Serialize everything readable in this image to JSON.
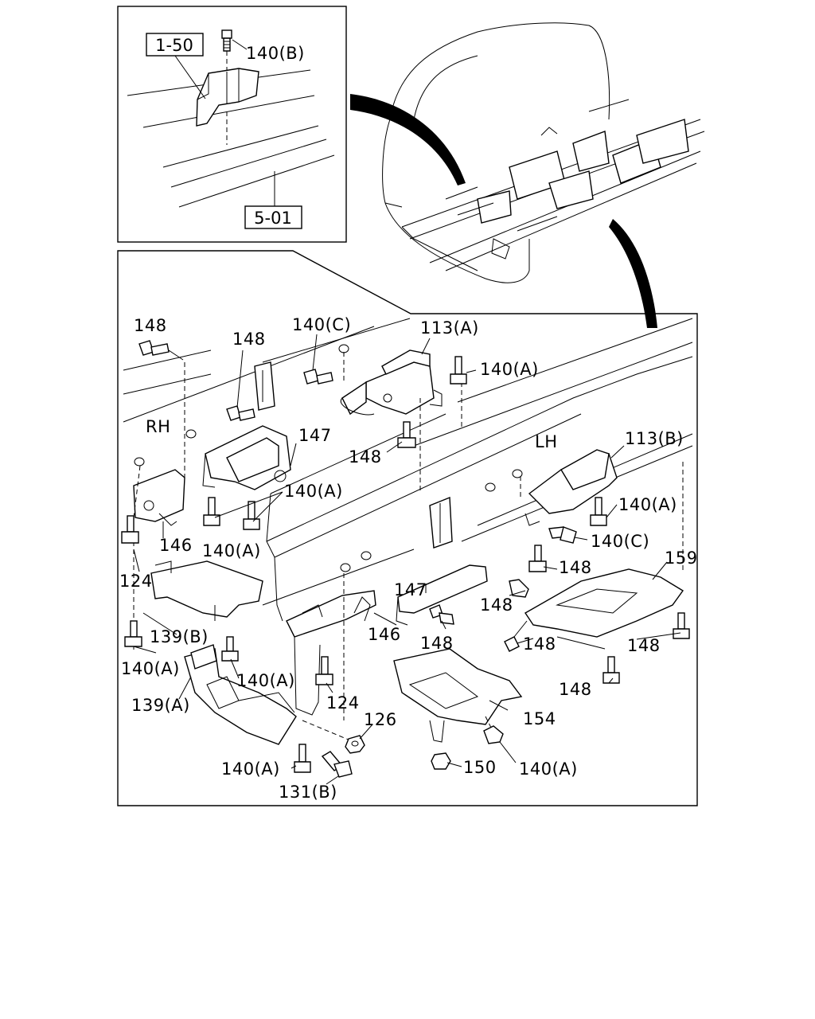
{
  "inset": {
    "ref_top": "1-50",
    "ref_bottom": "5-01",
    "bolt_label": "140(B)"
  },
  "side_labels": {
    "rh": "RH",
    "lh": "LH"
  },
  "callouts": {
    "c148_a": "148",
    "c148_b": "148",
    "c140c_top": "140(C)",
    "c113a": "113(A)",
    "c140a_1": "140(A)",
    "c147_top": "147",
    "c148_c": "148",
    "c140a_2": "140(A)",
    "c146_left": "146",
    "c140a_3": "140(A)",
    "c124_left": "124",
    "c113b": "113(B)",
    "c140a_4": "140(A)",
    "c140c_right": "140(C)",
    "c159": "159",
    "c148_d": "148",
    "c147_mid": "147",
    "c148_e": "148",
    "c146_mid": "146",
    "c148_f": "148",
    "c148_g": "148",
    "c148_h": "148",
    "c148_i": "148",
    "c139b": "139(B)",
    "c140a_5": "140(A)",
    "c140a_6": "140(A)",
    "c139a": "139(A)",
    "c124_mid": "124",
    "c154": "154",
    "c126": "126",
    "c140a_7": "140(A)",
    "c131b": "131(B)",
    "c150": "150",
    "c140a_8": "140(A)"
  }
}
